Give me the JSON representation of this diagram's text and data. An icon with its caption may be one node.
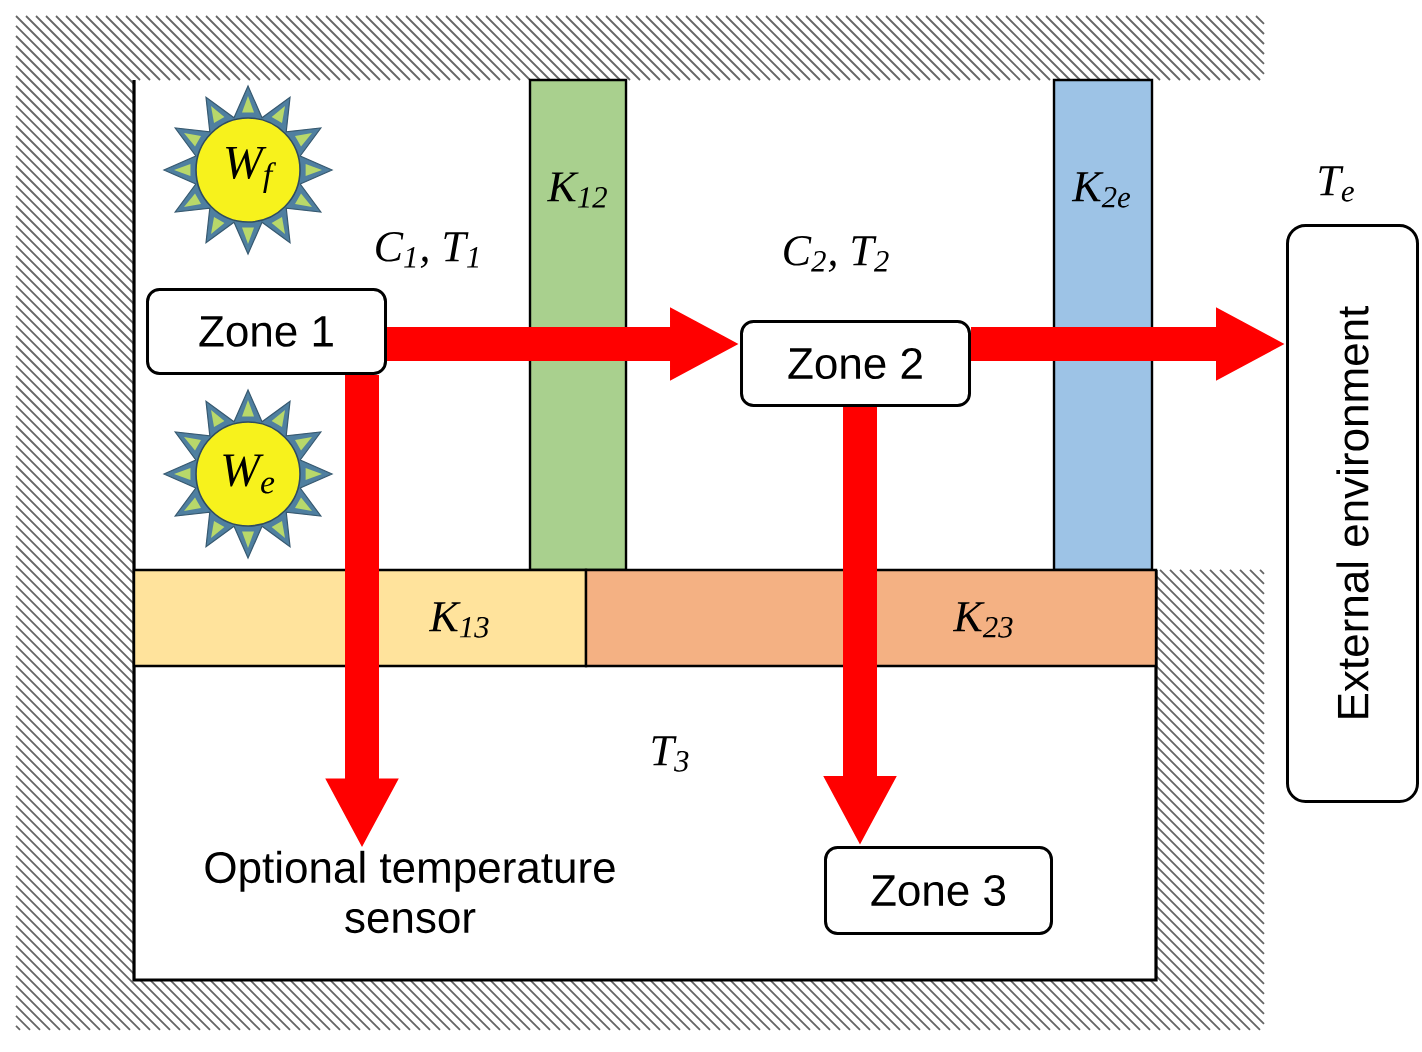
{
  "diagram": {
    "nodes": [
      {
        "text": [
          "W$_{f}$"
        ]
      },
      {
        "text": [
          "External environment"
        ],
        "beside": [
          "T$_{e}$"
        ]
      },
      {
        "text": [
          "Zone 1"
        ]
      },
      {
        "text": [
          "Zone 2"
        ]
      },
      {
        "text": [
          "W$_{e}$"
        ]
      },
      {
        "text": [
          "Optional temperature sensor"
        ]
      },
      {
        "text": [
          "Zone 3"
        ]
      }
    ],
    "edges": [
      {
        "from": 2,
        "to": 3,
        "arrow": "to"
      },
      {
        "from": 3,
        "to": 1,
        "arrow": "to"
      },
      {
        "from": 2,
        "to": 5,
        "arrow": "to"
      },
      {
        "from": 3,
        "to": 6,
        "arrow": "to"
      }
    ],
    "labels": [
      "K$_{12}$",
      "K$_{2e}$",
      "C$_{1}$, T$_{1}$",
      "C$_{2}$, T$_{2}$",
      "K$_{13}$",
      "K$_{23}$",
      "T$_{3}$"
    ]
  }
}
